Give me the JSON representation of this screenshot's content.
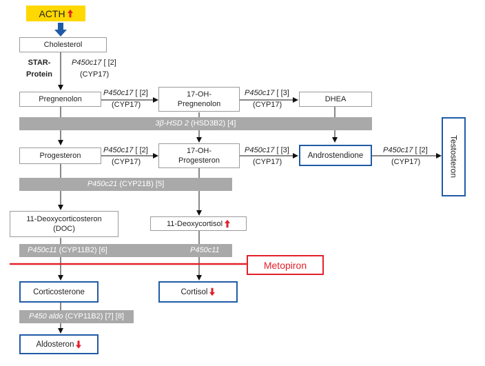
{
  "header": {
    "acth_label": "ACTH"
  },
  "nodes": {
    "cholesterol": "Cholesterol",
    "pregnenolon": "Pregnenolon",
    "oh17_pregnenolon_1": "17-OH-",
    "oh17_pregnenolon_2": "Pregnenolon",
    "dhea": "DHEA",
    "progesteron": "Progesteron",
    "oh17_progesteron_1": "17-OH-",
    "oh17_progesteron_2": "Progesteron",
    "androstendione": "Androstendione",
    "testosteron": "Testosteron",
    "deoxycorticosteron_1": "11-Deoxycorticosteron",
    "deoxycorticosteron_2": "(DOC)",
    "deoxycortisol": "11-Deoxycortisol",
    "corticosterone": "Corticosterone",
    "cortisol": "Cortisol",
    "aldosteron": "Aldosteron"
  },
  "enzymes": {
    "star_1": "STAR-",
    "star_2": "Protein",
    "p450c17_name": "P450c17",
    "p450c17_ref2": " [ [2]",
    "p450c17_ref2b": " [ [2]",
    "p450c17_ref3": " [ [3]",
    "p450c17_ref3b": " [ [3]",
    "cyp17": "(CYP17)",
    "hsd_name": "3β-HSD 2",
    "hsd_rest": " (HSD3B2) [4]",
    "p450c21_name": "P450c21",
    "p450c21_rest": " (CYP21B) [5]",
    "p450c11_name": "P450c11",
    "p450c11_rest": " (CYP11B2) [6]",
    "p450c11_right": "P450c11",
    "p450aldo_name": "P450 aldo",
    "p450aldo_rest": " (CYP11B2) [7] [8]"
  },
  "inhibitor": {
    "label": "Metopiron"
  },
  "colors": {
    "acth_bg": "#ffd800",
    "bar_gray": "#a9a9a9",
    "box_blue": "#1f5aa6",
    "inhibitor_red": "#e3202a",
    "arrow_blue": "#1f5aa6"
  },
  "icons": {
    "up": "red-up-arrow-icon",
    "down": "red-down-arrow-icon",
    "acth_to_cholesterol": "blue-down-arrow-icon"
  }
}
